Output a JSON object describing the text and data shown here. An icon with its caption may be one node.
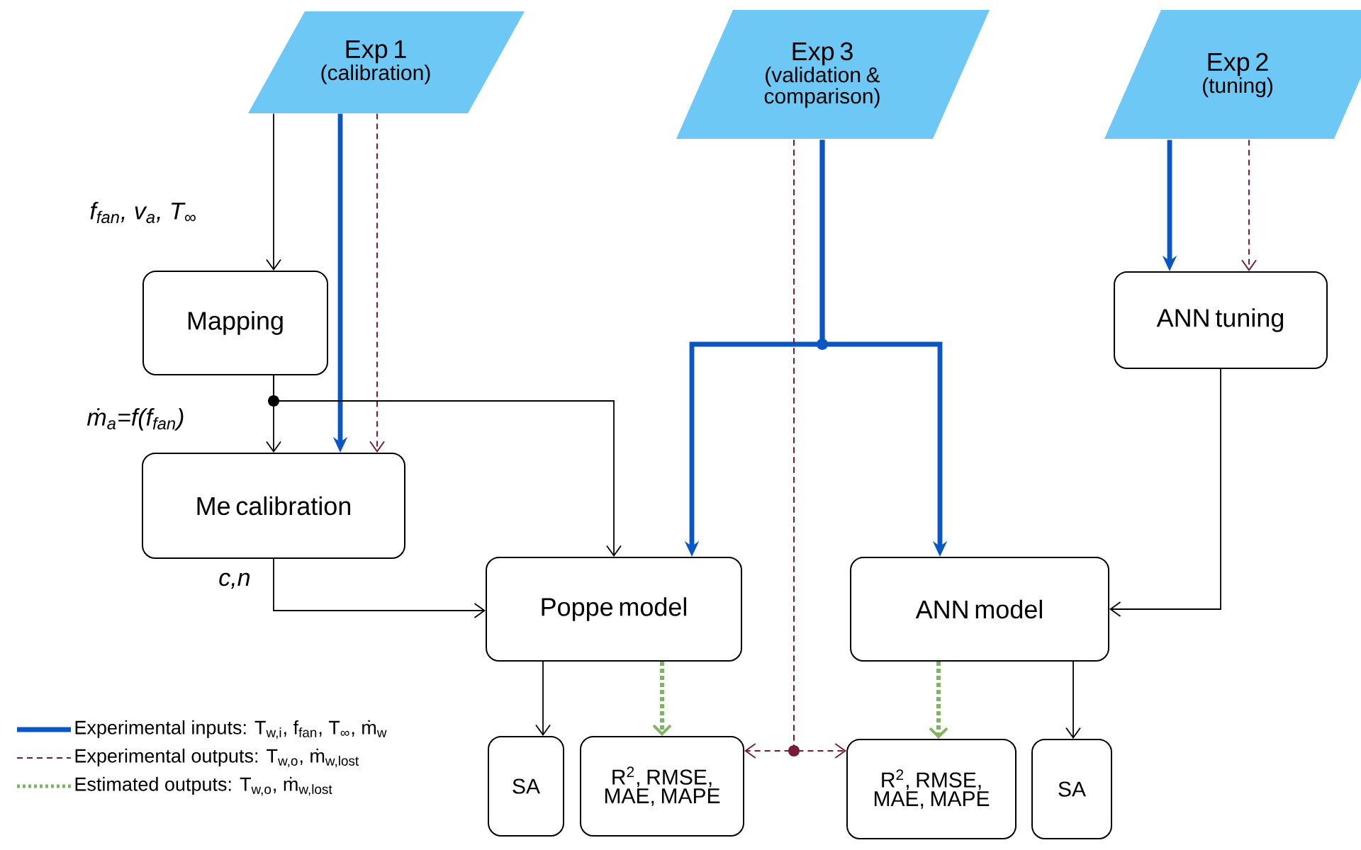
{
  "diagram": {
    "nodes": [
      {
        "text": [
          "Exp 1",
          "(calibration)"
        ]
      },
      {
        "text": [
          "Exp 3",
          "(validation & comparison)"
        ]
      },
      {
        "text": [
          "Exp 2",
          "(tuning)"
        ]
      },
      {
        "text": [
          "Mapping"
        ]
      },
      {
        "text": [
          "Me calibration"
        ]
      },
      {
        "text": [
          "ANN tuning"
        ]
      },
      {
        "text": [
          "Poppe model"
        ]
      },
      {
        "text": [
          "ANN model"
        ]
      },
      {
        "text": [
          "SA"
        ]
      },
      {
        "text": [
          "R$^{2}$, RMSE, MAE, MAPE"
        ]
      },
      {
        "text": [
          "R$^{2}$, RMSE, MAE, MAPE"
        ]
      },
      {
        "text": [
          "SA"
        ]
      }
    ],
    "edges": [
      {
        "from": 0,
        "to": 3,
        "arrow": "to",
        "label": "f$_{fan}$, v$_{a}$, T$_{∞}$"
      },
      {
        "from": 0,
        "to": 4,
        "arrow": "to",
        "style": "thick",
        "color": "#0a56c2"
      },
      {
        "from": 0,
        "to": 4,
        "arrow": "to",
        "style": "dashed",
        "color": "#7a1a3a"
      },
      {
        "from": 3,
        "to": 4,
        "arrow": "to",
        "label": "ṁ$_{a}$=f(f$_{fan}$)"
      },
      {
        "from": 3,
        "to": 6,
        "arrow": "to"
      },
      {
        "from": 4,
        "to": 6,
        "arrow": "to",
        "label": "c,n"
      },
      {
        "from": 1,
        "to": 6,
        "arrow": "to",
        "style": "thick",
        "color": "#0a56c2"
      },
      {
        "from": 1,
        "to": 7,
        "arrow": "to",
        "style": "thick",
        "color": "#0a56c2"
      },
      {
        "from": 1,
        "to": 9,
        "arrow": "to",
        "style": "dashed",
        "color": "#7a1a3a"
      },
      {
        "from": 1,
        "to": 10,
        "arrow": "to",
        "style": "dashed",
        "color": "#7a1a3a"
      },
      {
        "from": 2,
        "to": 5,
        "arrow": "to",
        "style": "thick",
        "color": "#0a56c2"
      },
      {
        "from": 2,
        "to": 5,
        "arrow": "to",
        "style": "dashed",
        "color": "#7a1a3a"
      },
      {
        "from": 5,
        "to": 7,
        "arrow": "to"
      },
      {
        "from": 6,
        "to": 8,
        "arrow": "to"
      },
      {
        "from": 6,
        "to": 9,
        "arrow": "to",
        "style": "dashed",
        "color": "#7fb463"
      },
      {
        "from": 7,
        "to": 10,
        "arrow": "to",
        "style": "dashed",
        "color": "#7fb463"
      },
      {
        "from": 7,
        "to": 11,
        "arrow": "to"
      }
    ],
    "legend": [
      {
        "text": "Experimental inputs: T$_{w,i}$, f$_{fan}$, T$_{∞}$, ṁ$_{w}$"
      },
      {
        "text": "Experimental outputs: T$_{w,o}$, ṁ$_{w,lost}$"
      },
      {
        "text": "Estimated outputs: T$_{w,o}$, ṁ$_{w,lost}$"
      }
    ]
  }
}
